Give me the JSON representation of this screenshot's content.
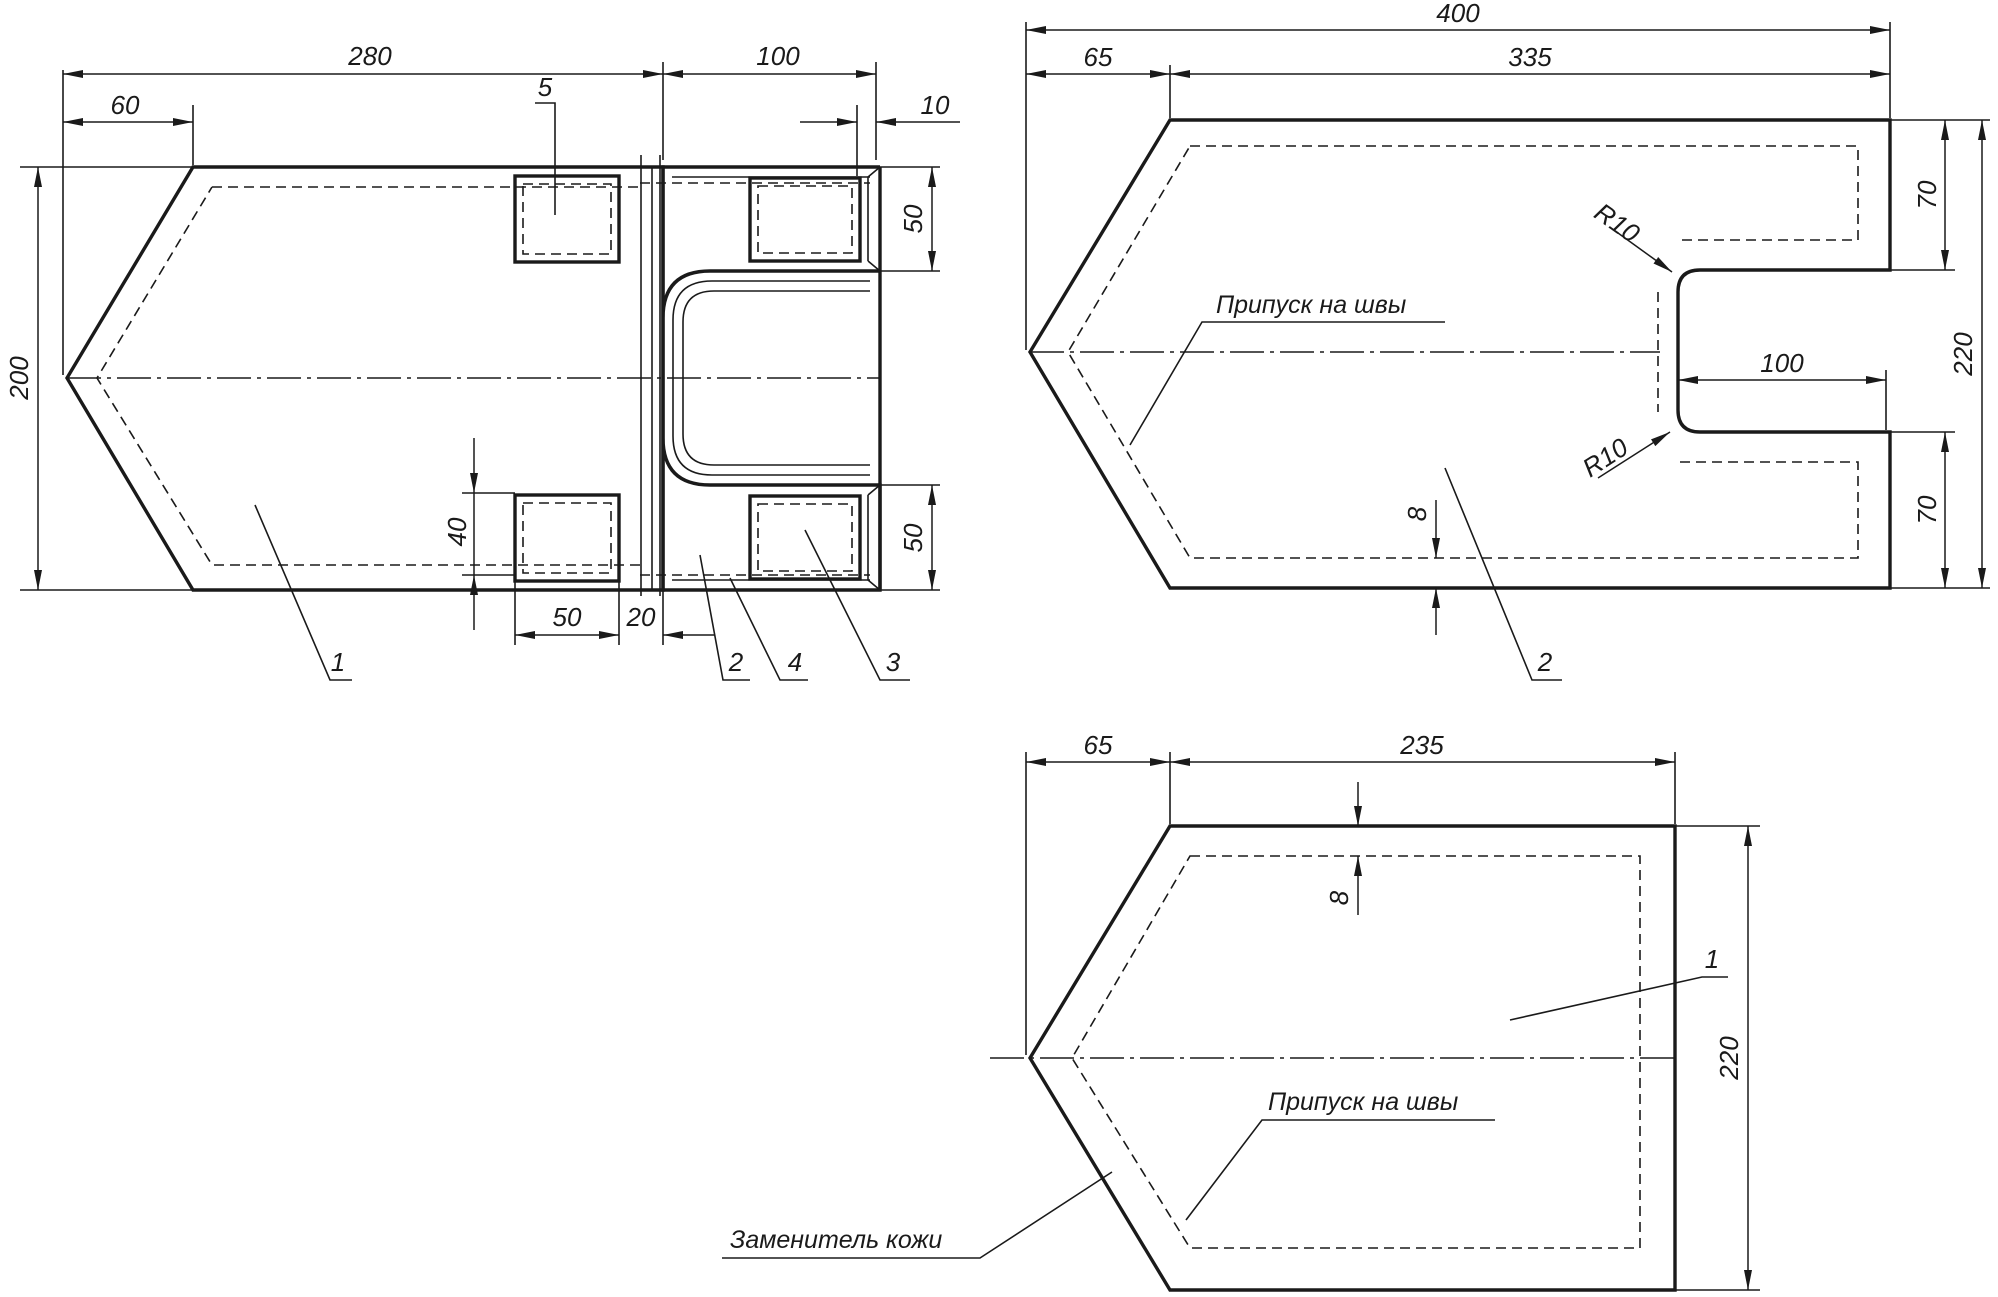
{
  "drawing1": {
    "dimensions": {
      "d280": "280",
      "d100": "100",
      "d60": "60",
      "d10": "10",
      "d200": "200",
      "d50a": "50",
      "d50b": "50",
      "d40": "40",
      "d50c": "50",
      "d20": "20"
    },
    "callouts": {
      "c1": "1",
      "c2": "2",
      "c3": "3",
      "c4": "4",
      "c5": "5"
    }
  },
  "drawing2": {
    "dimensions": {
      "d400": "400",
      "d65": "65",
      "d335": "335",
      "d70a": "70",
      "d220": "220",
      "d70b": "70",
      "d100": "100",
      "r10a": "R10",
      "r10b": "R10",
      "d8": "8"
    },
    "seam_label": "Припуск на швы",
    "callout": "2"
  },
  "drawing3": {
    "dimensions": {
      "d65": "65",
      "d235": "235",
      "d8": "8",
      "d220": "220"
    },
    "seam_label": "Припуск на швы",
    "material_label": "Заменитель кожи",
    "callout": "1"
  }
}
